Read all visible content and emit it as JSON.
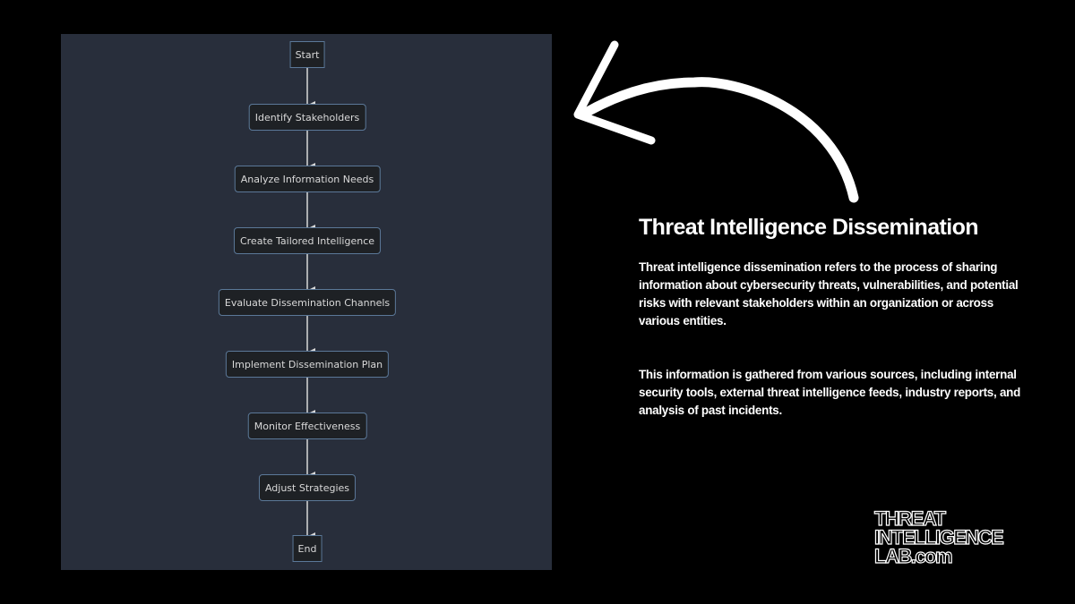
{
  "flowchart": {
    "nodes": [
      {
        "id": "start",
        "label": "Start",
        "shape": "terminal"
      },
      {
        "id": "identify",
        "label": "Identify Stakeholders",
        "shape": "rounded"
      },
      {
        "id": "analyze",
        "label": "Analyze Information Needs",
        "shape": "rounded"
      },
      {
        "id": "create",
        "label": "Create Tailored Intelligence",
        "shape": "rounded"
      },
      {
        "id": "evaluate",
        "label": "Evaluate Dissemination Channels",
        "shape": "rounded"
      },
      {
        "id": "implement",
        "label": "Implement Dissemination Plan",
        "shape": "rounded"
      },
      {
        "id": "monitor",
        "label": "Monitor Effectiveness",
        "shape": "rounded"
      },
      {
        "id": "adjust",
        "label": "Adjust Strategies",
        "shape": "rounded"
      },
      {
        "id": "end",
        "label": "End",
        "shape": "terminal"
      }
    ],
    "edges": [
      [
        "start",
        "identify"
      ],
      [
        "identify",
        "analyze"
      ],
      [
        "analyze",
        "create"
      ],
      [
        "create",
        "evaluate"
      ],
      [
        "evaluate",
        "implement"
      ],
      [
        "implement",
        "monitor"
      ],
      [
        "monitor",
        "adjust"
      ],
      [
        "adjust",
        "end"
      ]
    ],
    "colors": {
      "panel_bg": "#282e3b",
      "node_bg": "#1e2125",
      "node_border": "#5b7898",
      "edge": "#d9d9d9",
      "text": "#d9d9d9"
    }
  },
  "content": {
    "title": "Threat Intelligence Dissemination",
    "paragraph_1": "Threat intelligence dissemination refers to the process of sharing information about cybersecurity threats, vulnerabilities, and potential risks with relevant stakeholders within an organization or across various entities.",
    "paragraph_2": "This information is gathered from various sources, including internal security tools, external threat intelligence feeds, industry reports, and analysis of past incidents."
  },
  "logo": {
    "line_1": "THREAT",
    "line_2": "INTELLIGENCE",
    "line_3": "LAB.com"
  },
  "decor": {
    "pointer_arrow": "curved-arrow-left",
    "arrow_color": "#ffffff",
    "page_bg": "#000000"
  }
}
